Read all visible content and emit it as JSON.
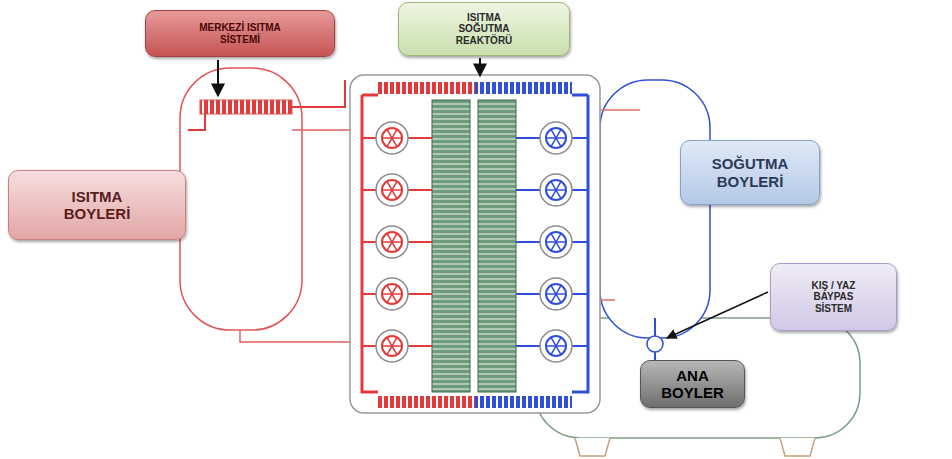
{
  "diagram": {
    "nodes": [
      {
        "text": [
          "MERKEZİ ISITMA SİSTEMİ"
        ]
      },
      {
        "text": [
          "ISITMA SOĞUTMA REAKTÖRÜ"
        ]
      },
      {
        "text": [
          "ISITMA BOYLERİ"
        ]
      },
      {
        "text": [
          "SOĞUTMA BOYLERİ"
        ]
      },
      {
        "text": [
          "KIŞ / YAZ BAYPAS SİSTEM"
        ]
      },
      {
        "text": [
          "ANA BOYLER"
        ]
      }
    ]
  }
}
